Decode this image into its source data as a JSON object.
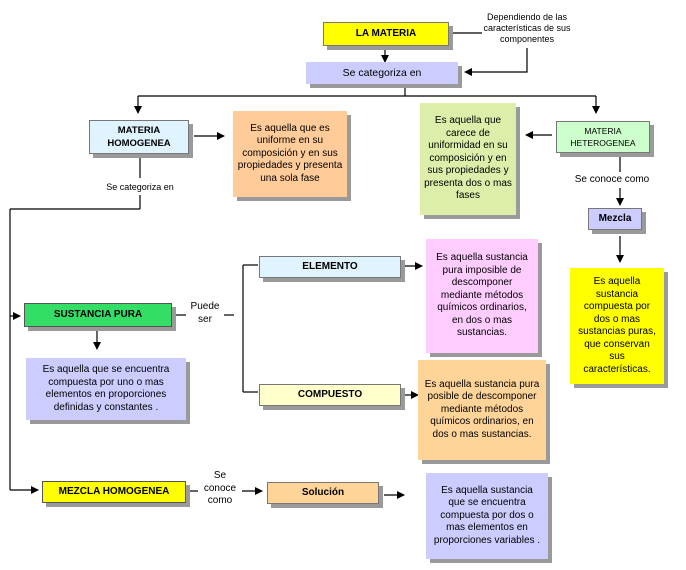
{
  "colors": {
    "yellow": "#ffff00",
    "lavender": "#ccccff",
    "lightcyan": "#dff4ff",
    "peach": "#ffcc99",
    "sage": "#ddeeaa",
    "lightgreen": "#ccffcc",
    "green": "#33dd66",
    "lightyellow": "#ffffcc",
    "pink": "#ffccff",
    "orange": "#ffd499"
  },
  "nodes": {
    "la_materia": "LA MATERIA",
    "dependiendo": "Dependiendo de las características de sus componentes",
    "se_categoriza_top": "Se categoriza en",
    "materia_homogenea": "MATERIA HOMOGENEA",
    "homogenea_def": "Es aquella que es uniforme en su composición y en sus propiedades y presenta una sola fase",
    "heterogenea_def": "Es aquella que carece de uniformidad en su composición y en sus propiedades y presenta dos o mas fases",
    "materia_heterogenea": "MATERIA HETEROGENEA",
    "se_conoce_como_right": "Se conoce como",
    "mezcla": "Mezcla",
    "mezcla_def": "Es aquella sustancia compuesta por dos o mas sustancias puras, que conservan sus características.",
    "se_categoriza_left": "Se categoriza en",
    "elemento": "ELEMENTO",
    "elemento_def": "Es aquella sustancia pura imposible de descomponer mediante métodos químicos ordinarios, en dos o mas sustancias.",
    "sustancia_pura": "SUSTANCIA PURA",
    "puede_ser": "Puede ser",
    "sustancia_def": "Es aquella que se encuentra compuesta por uno o mas elementos en proporciones definidas y constantes .",
    "compuesto": "COMPUESTO",
    "compuesto_def": "Es aquella sustancia pura posible de descomponer mediante métodos químicos ordinarios, en dos o mas sustancias.",
    "mezcla_homogenea": "MEZCLA HOMOGENEA",
    "se_conoce_como_bottom": "Se conoce como",
    "solucion": "Solución",
    "solucion_def": "Es aquella sustancia que se encuentra compuesta por dos o mas elementos en proporciones variables ."
  }
}
